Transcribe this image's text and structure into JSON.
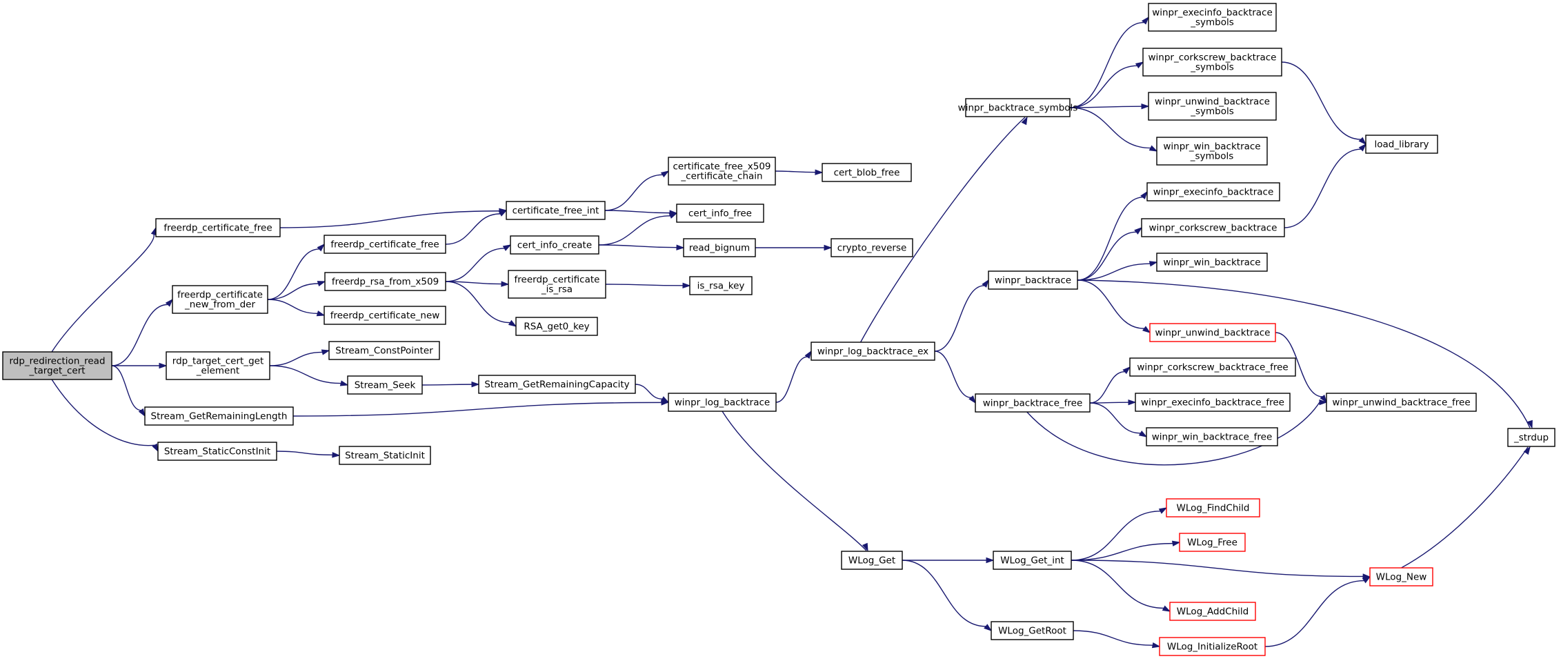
{
  "colors": {
    "edge": "#191970",
    "root_fill": "#bfbfbf",
    "partial_border": "#ff0000",
    "border": "#000000"
  },
  "nodes": [
    {
      "id": "root",
      "lines": [
        "rdp_redirection_read",
        "_target_cert"
      ],
      "style": "root"
    },
    {
      "id": "fcf1",
      "lines": [
        "freerdp_certificate_free"
      ]
    },
    {
      "id": "fcnfd",
      "lines": [
        "freerdp_certificate",
        "_new_from_der"
      ]
    },
    {
      "id": "rtcge",
      "lines": [
        "rdp_target_cert_get",
        "_element"
      ]
    },
    {
      "id": "sgrl",
      "lines": [
        "Stream_GetRemainingLength"
      ]
    },
    {
      "id": "ssci",
      "lines": [
        "Stream_StaticConstInit"
      ]
    },
    {
      "id": "fcf2",
      "lines": [
        "freerdp_certificate_free"
      ]
    },
    {
      "id": "frfx",
      "lines": [
        "freerdp_rsa_from_x509"
      ]
    },
    {
      "id": "fcn",
      "lines": [
        "freerdp_certificate_new"
      ]
    },
    {
      "id": "scp",
      "lines": [
        "Stream_ConstPointer"
      ]
    },
    {
      "id": "sseek",
      "lines": [
        "Stream_Seek"
      ]
    },
    {
      "id": "ssi",
      "lines": [
        "Stream_StaticInit"
      ]
    },
    {
      "id": "cfi",
      "lines": [
        "certificate_free_int"
      ]
    },
    {
      "id": "cic",
      "lines": [
        "cert_info_create"
      ]
    },
    {
      "id": "fcir",
      "lines": [
        "freerdp_certificate",
        "_is_rsa"
      ]
    },
    {
      "id": "rsa",
      "lines": [
        "RSA_get0_key"
      ]
    },
    {
      "id": "sgrc",
      "lines": [
        "Stream_GetRemainingCapacity"
      ]
    },
    {
      "id": "cfx",
      "lines": [
        "certificate_free_x509",
        "_certificate_chain"
      ]
    },
    {
      "id": "cif",
      "lines": [
        "cert_info_free"
      ]
    },
    {
      "id": "rbn",
      "lines": [
        "read_bignum"
      ]
    },
    {
      "id": "irk",
      "lines": [
        "is_rsa_key"
      ]
    },
    {
      "id": "wlb",
      "lines": [
        "winpr_log_backtrace"
      ]
    },
    {
      "id": "cbf",
      "lines": [
        "cert_blob_free"
      ]
    },
    {
      "id": "crev",
      "lines": [
        "crypto_reverse"
      ]
    },
    {
      "id": "wlbex",
      "lines": [
        "winpr_log_backtrace_ex"
      ]
    },
    {
      "id": "wlget",
      "lines": [
        "WLog_Get"
      ]
    },
    {
      "id": "wbs",
      "lines": [
        "winpr_backtrace_symbols"
      ]
    },
    {
      "id": "wbt",
      "lines": [
        "winpr_backtrace"
      ]
    },
    {
      "id": "wbf",
      "lines": [
        "winpr_backtrace_free"
      ]
    },
    {
      "id": "wgi",
      "lines": [
        "WLog_Get_int"
      ]
    },
    {
      "id": "wgr",
      "lines": [
        "WLog_GetRoot"
      ]
    },
    {
      "id": "webs",
      "lines": [
        "winpr_execinfo_backtrace",
        "_symbols"
      ]
    },
    {
      "id": "wcbs",
      "lines": [
        "winpr_corkscrew_backtrace",
        "_symbols"
      ]
    },
    {
      "id": "wubs",
      "lines": [
        "winpr_unwind_backtrace",
        "_symbols"
      ]
    },
    {
      "id": "wwbs",
      "lines": [
        "winpr_win_backtrace",
        "_symbols"
      ]
    },
    {
      "id": "web",
      "lines": [
        "winpr_execinfo_backtrace"
      ]
    },
    {
      "id": "wcb",
      "lines": [
        "winpr_corkscrew_backtrace"
      ]
    },
    {
      "id": "wwb",
      "lines": [
        "winpr_win_backtrace"
      ]
    },
    {
      "id": "wub",
      "lines": [
        "winpr_unwind_backtrace"
      ],
      "style": "partial"
    },
    {
      "id": "wcbf",
      "lines": [
        "winpr_corkscrew_backtrace_free"
      ]
    },
    {
      "id": "webf",
      "lines": [
        "winpr_execinfo_backtrace_free"
      ]
    },
    {
      "id": "wwbf",
      "lines": [
        "winpr_win_backtrace_free"
      ]
    },
    {
      "id": "wfc",
      "lines": [
        "WLog_FindChild"
      ],
      "style": "partial"
    },
    {
      "id": "wfree",
      "lines": [
        "WLog_Free"
      ],
      "style": "partial"
    },
    {
      "id": "wac",
      "lines": [
        "WLog_AddChild"
      ],
      "style": "partial"
    },
    {
      "id": "wir",
      "lines": [
        "WLog_InitializeRoot"
      ],
      "style": "partial"
    },
    {
      "id": "ll",
      "lines": [
        "load_library"
      ]
    },
    {
      "id": "wubf",
      "lines": [
        "winpr_unwind_backtrace_free"
      ]
    },
    {
      "id": "wnew",
      "lines": [
        "WLog_New"
      ],
      "style": "partial"
    },
    {
      "id": "strdup",
      "lines": [
        "_strdup"
      ]
    }
  ],
  "edges": [
    [
      "root",
      "fcf1"
    ],
    [
      "root",
      "fcnfd"
    ],
    [
      "root",
      "rtcge"
    ],
    [
      "root",
      "sgrl"
    ],
    [
      "root",
      "ssci"
    ],
    [
      "fcf1",
      "cfi"
    ],
    [
      "fcnfd",
      "fcf2"
    ],
    [
      "fcnfd",
      "frfx"
    ],
    [
      "fcnfd",
      "fcn"
    ],
    [
      "fcf2",
      "cfi"
    ],
    [
      "frfx",
      "cic"
    ],
    [
      "frfx",
      "fcir"
    ],
    [
      "frfx",
      "rsa"
    ],
    [
      "rtcge",
      "scp"
    ],
    [
      "rtcge",
      "sseek"
    ],
    [
      "sseek",
      "sgrc"
    ],
    [
      "sgrc",
      "wlb"
    ],
    [
      "sgrl",
      "wlb"
    ],
    [
      "ssci",
      "ssi"
    ],
    [
      "cfi",
      "cfx"
    ],
    [
      "cfi",
      "cif"
    ],
    [
      "cfx",
      "cbf"
    ],
    [
      "cic",
      "cif"
    ],
    [
      "cic",
      "rbn"
    ],
    [
      "rbn",
      "crev"
    ],
    [
      "fcir",
      "irk"
    ],
    [
      "wlb",
      "wlbex"
    ],
    [
      "wlb",
      "wlget"
    ],
    [
      "wlbex",
      "wbs"
    ],
    [
      "wlbex",
      "wbt"
    ],
    [
      "wlbex",
      "wbf"
    ],
    [
      "wbs",
      "webs"
    ],
    [
      "wbs",
      "wcbs"
    ],
    [
      "wbs",
      "wubs"
    ],
    [
      "wbs",
      "wwbs"
    ],
    [
      "wcbs",
      "ll"
    ],
    [
      "wbt",
      "web"
    ],
    [
      "wbt",
      "wcb"
    ],
    [
      "wbt",
      "wwb"
    ],
    [
      "wbt",
      "wub"
    ],
    [
      "wbt",
      "strdup"
    ],
    [
      "wcb",
      "ll"
    ],
    [
      "wub",
      "wubf"
    ],
    [
      "wbf",
      "wcbf"
    ],
    [
      "wbf",
      "webf"
    ],
    [
      "wbf",
      "wwbf"
    ],
    [
      "wbf",
      "wubf"
    ],
    [
      "wlget",
      "wgi"
    ],
    [
      "wlget",
      "wgr"
    ],
    [
      "wgi",
      "wfc"
    ],
    [
      "wgi",
      "wfree"
    ],
    [
      "wgi",
      "wnew"
    ],
    [
      "wgi",
      "wac"
    ],
    [
      "wgr",
      "wir"
    ],
    [
      "wir",
      "wnew"
    ],
    [
      "wnew",
      "strdup"
    ]
  ]
}
